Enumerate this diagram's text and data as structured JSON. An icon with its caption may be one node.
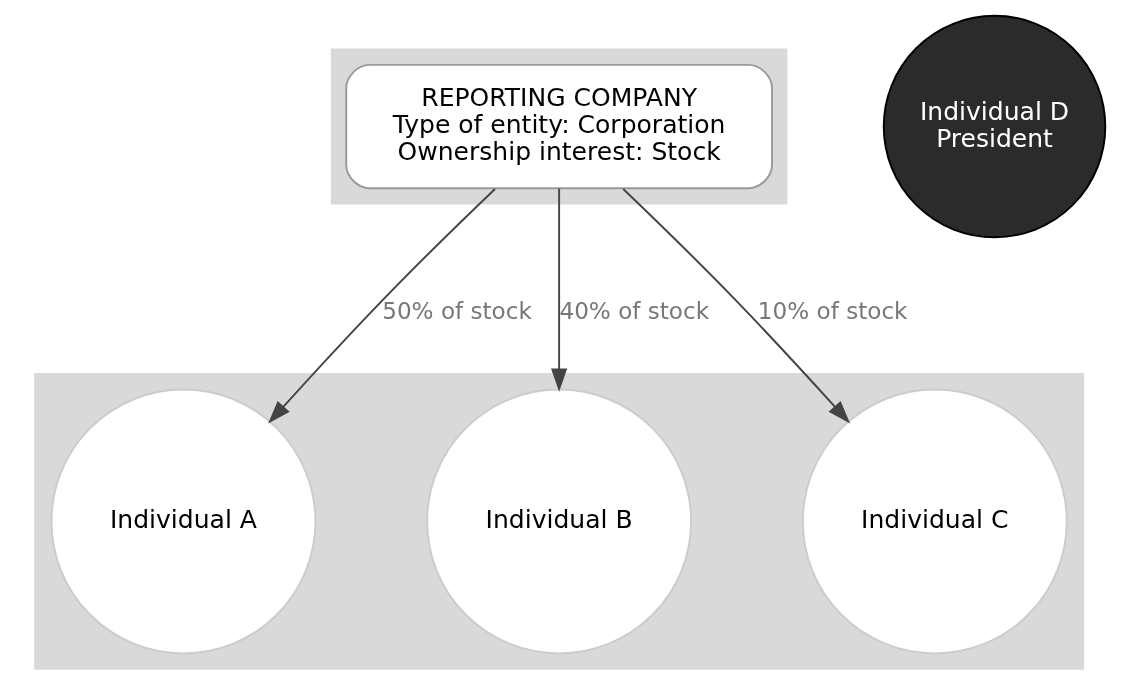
{
  "diagram": {
    "nodes": [
      {
        "text": [],
        "shape": "band"
      },
      {
        "text": [
          "REPORTING COMPANY",
          "Type of entity: Corporation",
          "Ownership interest: Stock"
        ],
        "in": 0
      },
      {
        "text": [
          "Individual D",
          "President"
        ]
      },
      {
        "text": [],
        "shape": "band"
      },
      {
        "text": [
          "Individual A"
        ],
        "in": 3
      },
      {
        "text": [
          "Individual B"
        ],
        "in": 3
      },
      {
        "text": [
          "Individual C"
        ],
        "in": 3
      }
    ],
    "edges": [
      {
        "from": 1,
        "to": 4,
        "arrow": "to",
        "label": "50% of stock"
      },
      {
        "from": 1,
        "to": 5,
        "arrow": "to",
        "label": "40% of stock"
      },
      {
        "from": 1,
        "to": 6,
        "arrow": "to",
        "label": "10% of stock"
      }
    ]
  }
}
